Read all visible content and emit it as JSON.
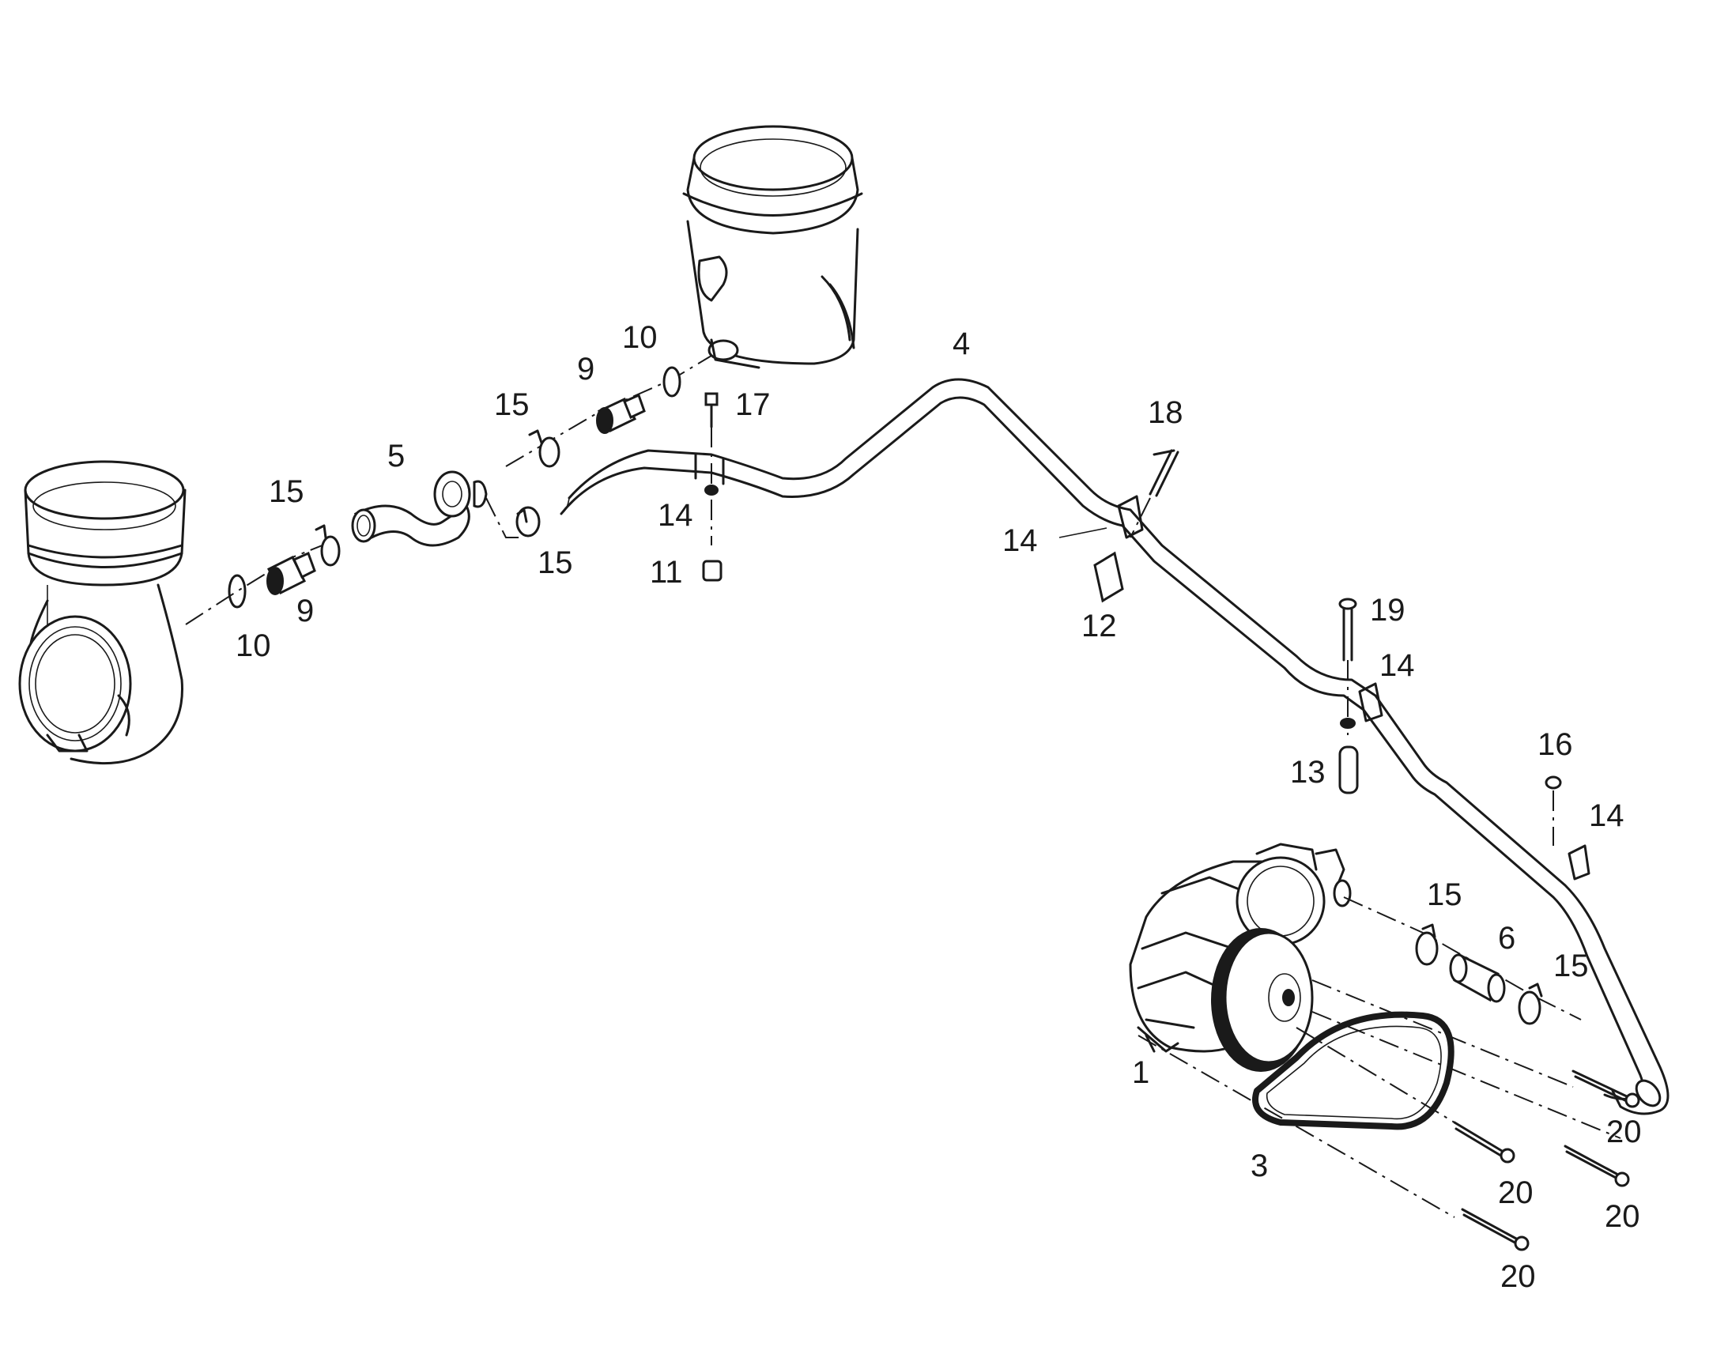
{
  "callouts": [
    {
      "id": "c1",
      "text": "1"
    },
    {
      "id": "c3",
      "text": "3"
    },
    {
      "id": "c4",
      "text": "4"
    },
    {
      "id": "c5",
      "text": "5"
    },
    {
      "id": "c6",
      "text": "6"
    },
    {
      "id": "c9a",
      "text": "9"
    },
    {
      "id": "c9b",
      "text": "9"
    },
    {
      "id": "c10a",
      "text": "10"
    },
    {
      "id": "c10b",
      "text": "10"
    },
    {
      "id": "c11",
      "text": "11"
    },
    {
      "id": "c12",
      "text": "12"
    },
    {
      "id": "c13",
      "text": "13"
    },
    {
      "id": "c14a",
      "text": "14"
    },
    {
      "id": "c14b",
      "text": "14"
    },
    {
      "id": "c14c",
      "text": "14"
    },
    {
      "id": "c14d",
      "text": "14"
    },
    {
      "id": "c15a",
      "text": "15"
    },
    {
      "id": "c15b",
      "text": "15"
    },
    {
      "id": "c15c",
      "text": "15"
    },
    {
      "id": "c15d",
      "text": "15"
    },
    {
      "id": "c15e",
      "text": "15"
    },
    {
      "id": "c16",
      "text": "16"
    },
    {
      "id": "c17",
      "text": "17"
    },
    {
      "id": "c18",
      "text": "18"
    },
    {
      "id": "c19",
      "text": "19"
    },
    {
      "id": "c20a",
      "text": "20"
    },
    {
      "id": "c20b",
      "text": "20"
    },
    {
      "id": "c20c",
      "text": "20"
    },
    {
      "id": "c20d",
      "text": "20"
    }
  ]
}
